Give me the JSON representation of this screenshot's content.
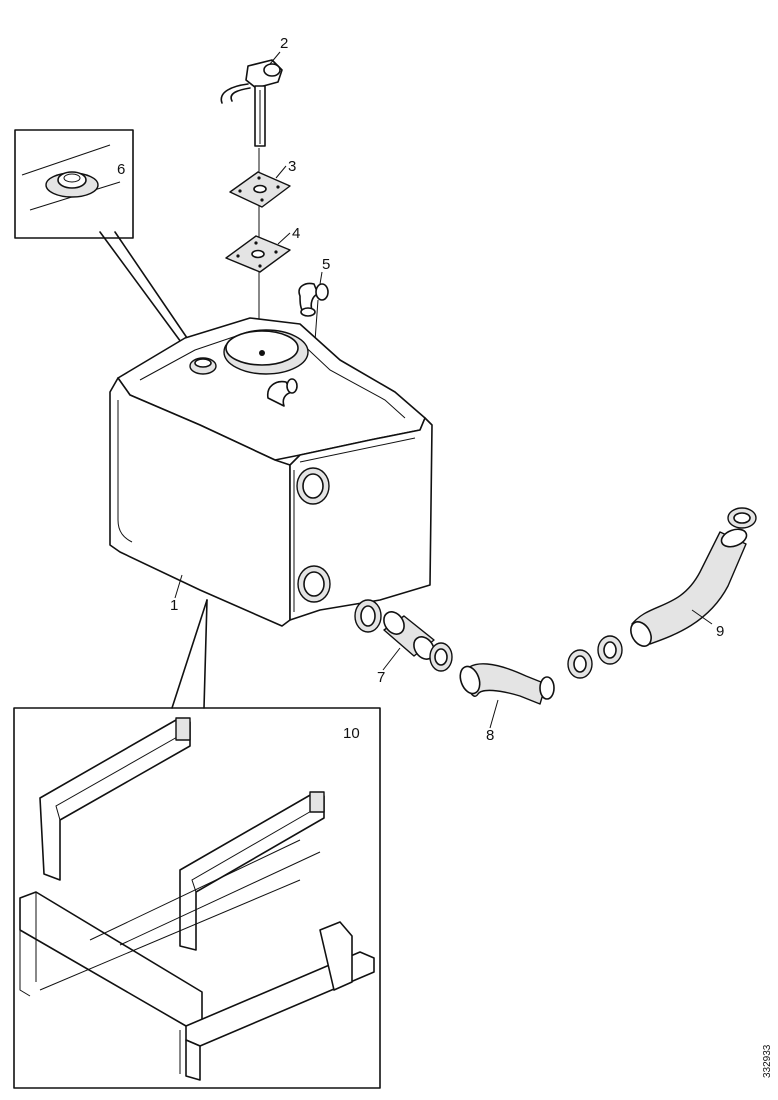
{
  "diagram": {
    "callouts": [
      {
        "id": "callout-1",
        "text": "1"
      },
      {
        "id": "callout-2",
        "text": "2"
      },
      {
        "id": "callout-3",
        "text": "3"
      },
      {
        "id": "callout-4",
        "text": "4"
      },
      {
        "id": "callout-5",
        "text": "5"
      },
      {
        "id": "callout-6",
        "text": "6"
      },
      {
        "id": "callout-7",
        "text": "7"
      },
      {
        "id": "callout-8",
        "text": "8"
      },
      {
        "id": "callout-9",
        "text": "9"
      },
      {
        "id": "callout-10",
        "text": "10"
      }
    ],
    "reference_number": "332933",
    "icons": [
      "tank",
      "sender-unit",
      "gasket",
      "elbow-fitting",
      "filler-cap",
      "hose-clamp",
      "hose",
      "mounting-bracket"
    ]
  }
}
